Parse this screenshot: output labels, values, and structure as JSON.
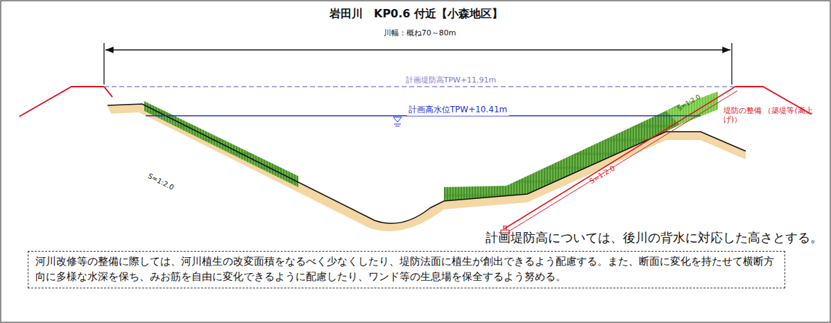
{
  "diagram": {
    "title": "岩田川　KP0.6 付近【小森地区】",
    "nodes": [
      {
        "text": [
          "河川改修等の整備に際しては、河川植生の改変面積をなるべく少なくしたり、堤防法面に植生が創出できるよう配慮する。また、断面に変化を持たせて横断方向に多様な水深を保ち、みお筋を自由に変化できるように配慮したり、ワンド等の生息場を保全するよう努める。"
        ]
      }
    ],
    "labels": [
      "川幅：概ね70～80m",
      "計画堤防高TPW+11.91m",
      "計画高水位TPW+10.41m",
      "S=1:2.0",
      "S=1:2.0",
      "S=1:2.0",
      "堤防の整備 （築堤等(嵩上げ)）",
      "計画堤防高については、後川の背水に対応した高さとする。"
    ]
  }
}
